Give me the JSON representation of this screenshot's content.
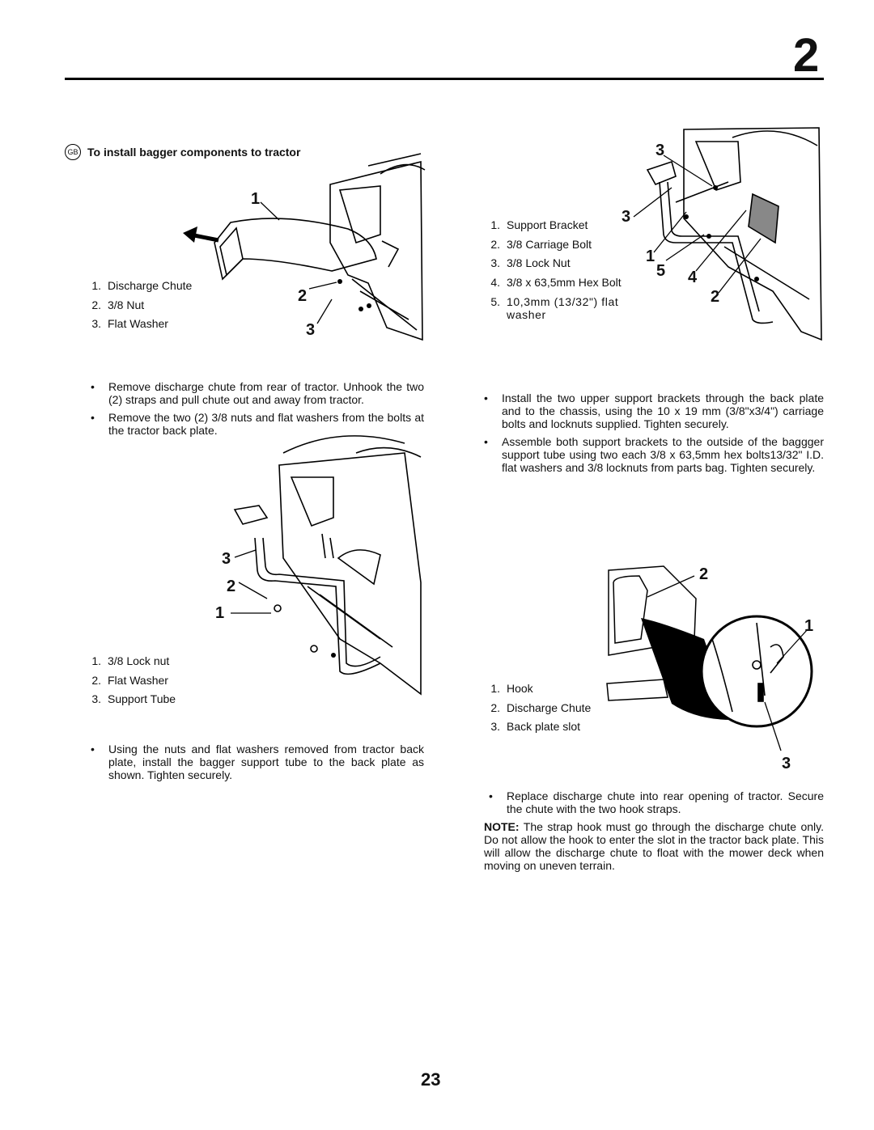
{
  "chapter_number": "2",
  "page_number": "23",
  "language_badge": "GB",
  "section_title": "To install bagger components to tractor",
  "figure1": {
    "parts": [
      {
        "n": "1.",
        "label": "Discharge Chute"
      },
      {
        "n": "2.",
        "label": "3/8 Nut"
      },
      {
        "n": "3.",
        "label": "Flat Washer"
      }
    ],
    "callouts": [
      "1",
      "2",
      "3"
    ]
  },
  "figure2": {
    "parts": [
      {
        "n": "1.",
        "label": "Support Bracket"
      },
      {
        "n": "2.",
        "label": "3/8 Carriage Bolt"
      },
      {
        "n": "3.",
        "label": "3/8 Lock Nut"
      },
      {
        "n": "4.",
        "label": "3/8 x 63,5mm Hex Bolt"
      },
      {
        "n": "5.",
        "label": "10,3mm (13/32\") flat washer"
      }
    ],
    "callouts": [
      "3",
      "3",
      "1",
      "5",
      "4",
      "2"
    ]
  },
  "figure3": {
    "parts": [
      {
        "n": "1.",
        "label": "3/8 Lock nut"
      },
      {
        "n": "2.",
        "label": "Flat Washer"
      },
      {
        "n": "3.",
        "label": "Support Tube"
      }
    ],
    "callouts": [
      "3",
      "2",
      "1"
    ]
  },
  "figure4": {
    "parts": [
      {
        "n": "1.",
        "label": "Hook"
      },
      {
        "n": "2.",
        "label": "Discharge Chute"
      },
      {
        "n": "3.",
        "label": "Back plate slot"
      }
    ],
    "callouts": [
      "2",
      "1",
      "3"
    ]
  },
  "left_bullets_1": [
    "Remove discharge chute from rear of tractor. Unhook the two (2) straps and pull chute out and away from tractor.",
    "Remove the two (2) 3/8 nuts and flat washers from the bolts at the tractor back plate."
  ],
  "left_bullets_2": [
    "Using the nuts and flat washers removed from tractor back plate, install the bagger support tube to the back plate as shown. Tighten securely."
  ],
  "right_bullets_1": [
    "Install the two upper support brackets through the back plate and to the  chassis, using the 10 x 19 mm (3/8\"x3/4\") carriage bolts and locknuts supplied. Tighten securely.",
    "Assemble both support brackets to the outside of the baggger support tube using two each 3/8 x 63,5mm hex bolts13/32\" I.D. flat washers and 3/8 locknuts from parts bag. Tighten securely."
  ],
  "right_bullets_2": [
    "Replace discharge chute into rear opening of tractor. Secure the chute with the two hook straps."
  ],
  "note": {
    "label": "NOTE:",
    "text": " The strap hook must go through the discharge chute only. Do not allow the hook to enter the slot in the tractor back plate. This will allow the discharge chute to float with the mower deck when moving on uneven terrain."
  }
}
